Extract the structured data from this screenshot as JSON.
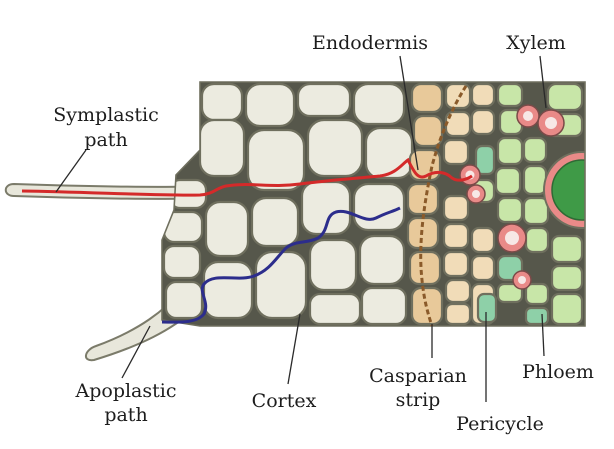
{
  "labels": {
    "endodermis": "Endodermis",
    "xylem": "Xylem",
    "symplastic_1": "Symplastic",
    "symplastic_2": "path",
    "apoplastic_1": "Apoplastic",
    "apoplastic_2": "path",
    "cortex": "Cortex",
    "casparian_1": "Casparian",
    "casparian_2": "strip",
    "phloem": "Phloem",
    "pericycle": "Pericycle"
  },
  "colors": {
    "symplastic_path": "#d42a2a",
    "apoplastic_path": "#2c2d8c",
    "cortex_cell": "#ecebe0",
    "cell_wall": "#56574b",
    "endodermis_cell": "#e8c99a",
    "casparian_strip": "#8a5a2a",
    "pericycle_cell": "#f1dcb8",
    "vascular_cell": "#c8e6a8",
    "phloem_cell": "#8ed0a8",
    "xylem_vessel": "#e98a88"
  }
}
